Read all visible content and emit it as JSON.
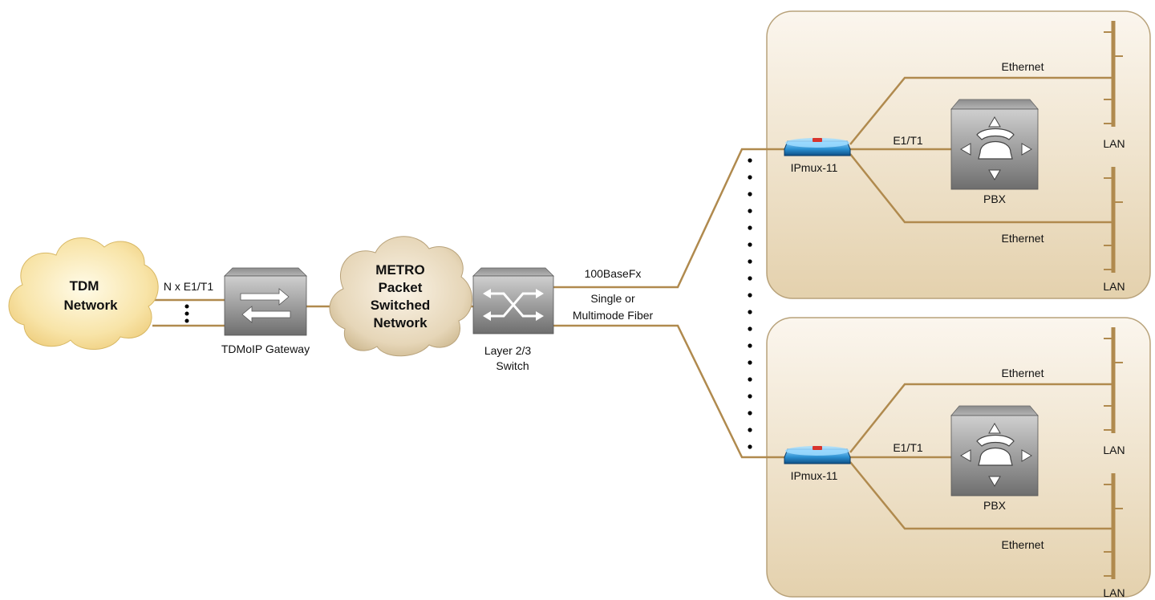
{
  "colors": {
    "wire": "#b08a4e",
    "site_panel": "#e8d9bf",
    "cloud": "#f8e4a8",
    "metro_cloud": "#e6d6b8",
    "device": "#8a8a8a",
    "ipmux": "#2a8fd0"
  },
  "tdm_cloud": {
    "line1": "TDM",
    "line2": "Network"
  },
  "link_tdm": {
    "label": "N x E1/T1"
  },
  "gateway": {
    "label": "TDMoIP Gateway",
    "icon": "arrows-icon"
  },
  "metro_cloud": {
    "line1": "METRO",
    "line2": "Packet",
    "line3": "Switched",
    "line4": "Network"
  },
  "switch": {
    "label_line1": "Layer 2/3",
    "label_line2": "Switch",
    "icon": "crossed-arrows-icon"
  },
  "fiber": {
    "speed": "100BaseFx",
    "type_line1": "Single or",
    "type_line2": "Multimode Fiber"
  },
  "sites": [
    {
      "ipmux_label": "IPmux-11",
      "ethernet_top": "Ethernet",
      "e1t1": "E1/T1",
      "pbx_label": "PBX",
      "ethernet_bottom": "Ethernet",
      "lan_top": "LAN",
      "lan_bottom": "LAN"
    },
    {
      "ipmux_label": "IPmux-11",
      "ethernet_top": "Ethernet",
      "e1t1": "E1/T1",
      "pbx_label": "PBX",
      "ethernet_bottom": "Ethernet",
      "lan_top": "LAN",
      "lan_bottom": "LAN"
    }
  ]
}
